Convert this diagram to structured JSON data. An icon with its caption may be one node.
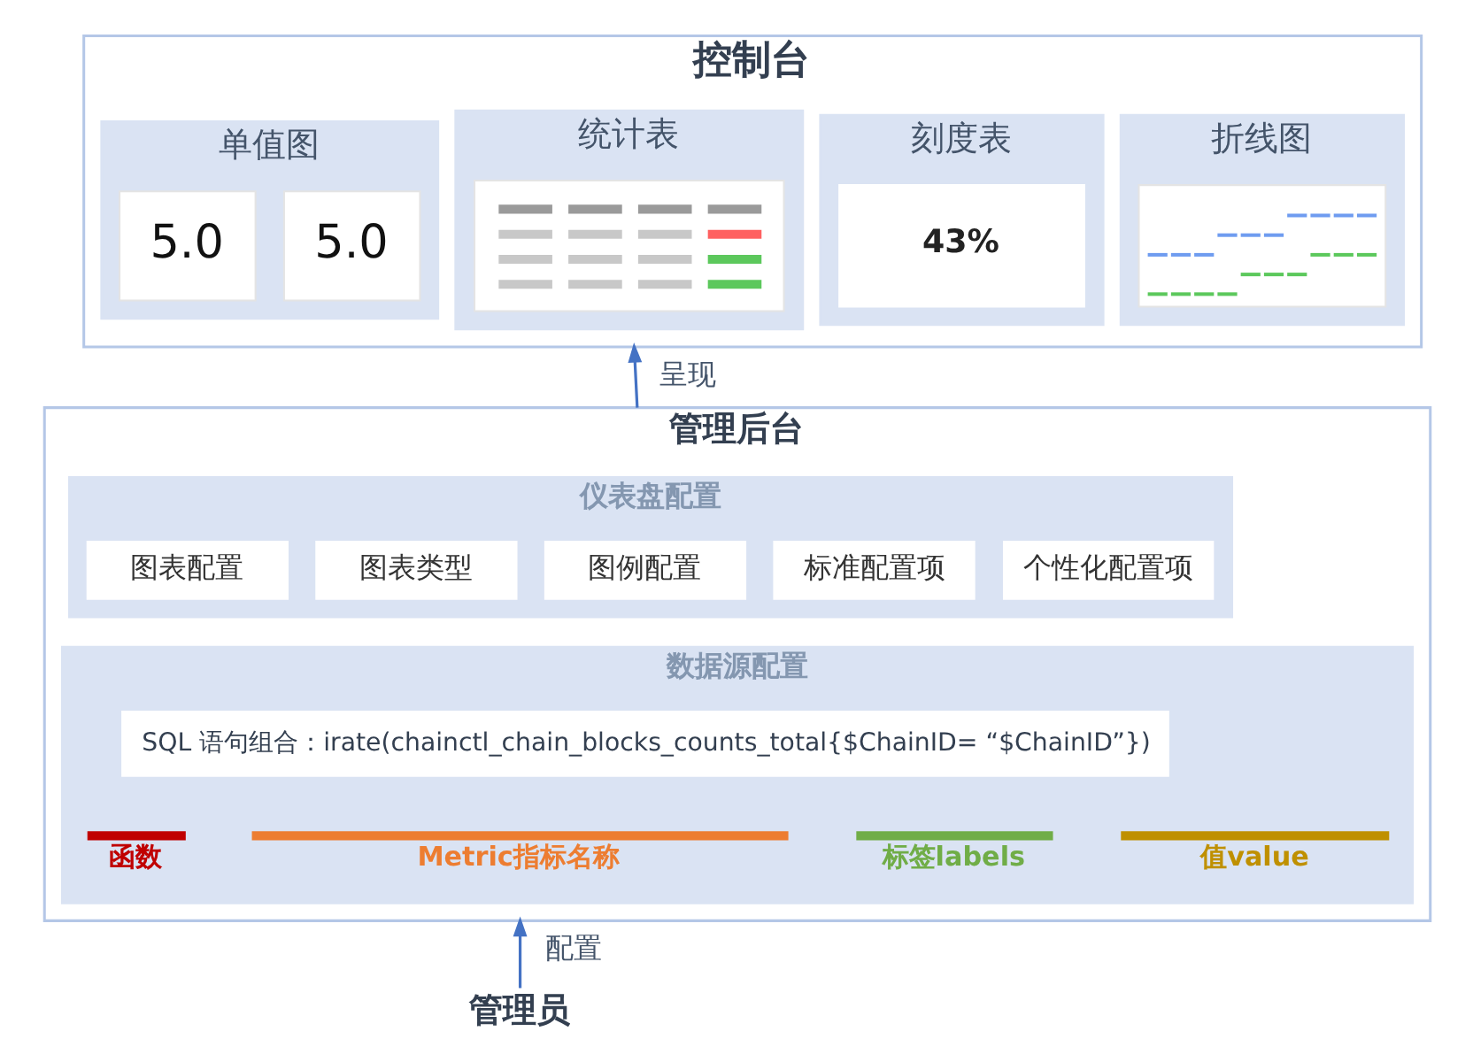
{
  "diagram": {
    "nodes": [
      {
        "text": [
          "控制台"
        ]
      },
      {
        "text": [
          "单值图"
        ],
        "in": 0
      },
      {
        "text": [
          "5.0"
        ],
        "in": 1
      },
      {
        "text": [
          "5.0"
        ],
        "in": 1
      },
      {
        "text": [
          "统计表"
        ],
        "in": 0
      },
      {
        "text": [],
        "shape": "picture",
        "in": 4
      },
      {
        "text": [
          "刻度表"
        ],
        "in": 0
      },
      {
        "text": [
          "43%"
        ],
        "in": 6
      },
      {
        "text": [
          "折线图"
        ],
        "in": 0
      },
      {
        "text": [],
        "shape": "picture",
        "in": 8
      },
      {
        "text": [
          "管理后台"
        ]
      },
      {
        "text": [
          "仪表盘配置"
        ],
        "in": 10
      },
      {
        "text": [
          "图表配置"
        ],
        "in": 11
      },
      {
        "text": [
          "图表类型"
        ],
        "in": 11
      },
      {
        "text": [
          "图例配置"
        ],
        "in": 11
      },
      {
        "text": [
          "标准配置项"
        ],
        "in": 11
      },
      {
        "text": [
          "个性化配置项"
        ],
        "in": 11
      },
      {
        "text": [
          "数据源配置"
        ],
        "in": 10
      },
      {
        "text": [
          "SQL 语句组合：irate(chainctl_chain_blocks_counts_total{$ChainID= “$ChainID”})"
        ],
        "in": 17
      },
      {
        "text": [
          "管理员"
        ]
      }
    ],
    "edges": [
      {
        "from": 10,
        "to": 0,
        "arrow": "to",
        "label": "呈现"
      },
      {
        "from": 19,
        "to": 10,
        "arrow": "to",
        "label": "配置"
      }
    ],
    "legend": [
      {
        "text": "函数",
        "color": "#c00000"
      },
      {
        "text": "Metric指标名称",
        "color": "#ed7d31"
      },
      {
        "text": "标签labels",
        "color": "#70ad47"
      },
      {
        "text": "值value",
        "color": "#bf9000"
      }
    ]
  }
}
